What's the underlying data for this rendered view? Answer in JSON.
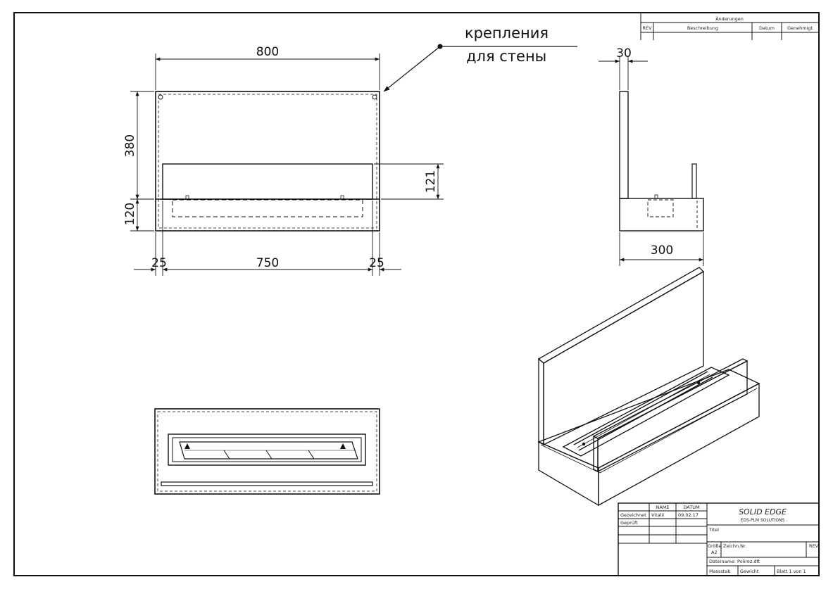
{
  "annotation": {
    "line1": "крепления",
    "line2": "для стены"
  },
  "dimensions": {
    "width_total": "800",
    "height_back": "380",
    "height_base": "120",
    "height_front": "121",
    "offset_left": "25",
    "width_inner": "750",
    "offset_right": "25",
    "side_thickness": "30",
    "side_depth": "300"
  },
  "revision_table": {
    "title": "Änderungen",
    "col_rev": "REV",
    "col_description": "Beschreibung",
    "col_date": "Datum",
    "col_approved": "Genehmigt"
  },
  "title_block": {
    "col_name": "NAME",
    "col_date": "DATUM",
    "row_drawn": "Gezeichnet",
    "drawn_name": "Vitalii",
    "drawn_date": "09.02.17",
    "row_checked": "Geprüft",
    "brand": "SOLID EDGE",
    "brand_sub": "EDS-PLM SOLUTIONS",
    "title_label": "Titel",
    "size_label": "Größe",
    "size_value": "A2",
    "drawing_no_label": "Zeichn.Nr.",
    "rev_label": "REV",
    "file_name": "Dateiname: Polirez.dft",
    "scale_label": "Massstab",
    "weight_label": "Gewicht",
    "sheet_label": "Blatt 1 von 1"
  }
}
